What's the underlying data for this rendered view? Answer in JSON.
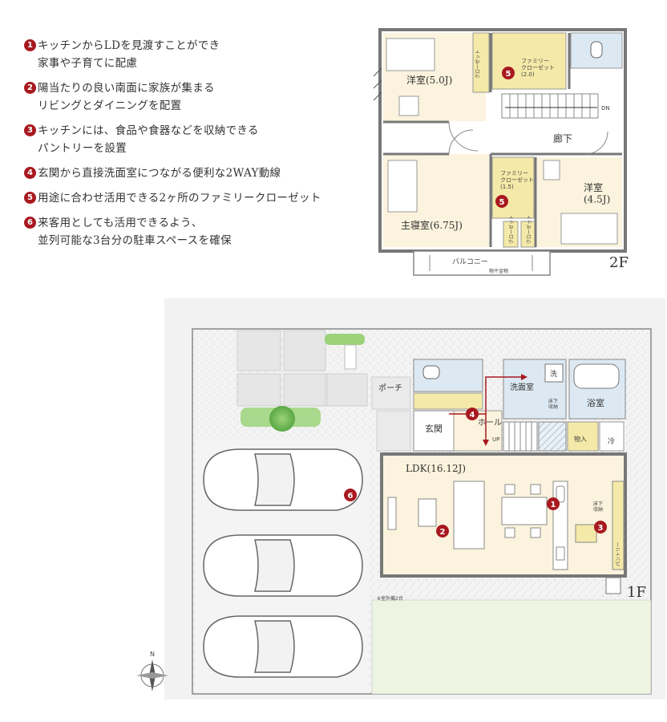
{
  "features": [
    {
      "num": "1",
      "text": "キッチンからLDを見渡すことができ\n家事や子育てに配慮"
    },
    {
      "num": "2",
      "text": "陽当たりの良い南面に家族が集まる\nリビングとダイニングを配置"
    },
    {
      "num": "3",
      "text": "キッチンには、食品や食器などを収納できる\nパントリーを設置"
    },
    {
      "num": "4",
      "text": "玄関から直接洗面室につながる便利な2WAY動線"
    },
    {
      "num": "5",
      "text": "用途に合わせ活用できる2ヶ所のファミリークローゼット"
    },
    {
      "num": "6",
      "text": "来客用としても活用できるよう、\n並列可能な3台分の駐車スペースを確保"
    }
  ],
  "floor2": {
    "floor_label": "2F",
    "rooms": {
      "western_a": "洋室(5.0J)",
      "family_closet_a": "ファミリー\nクローゼット\n(2.0)",
      "closet_a": "クローゼット",
      "corridor": "廊下",
      "dn": "DN",
      "family_closet_b": "ファミリー\nクローゼット\n(1.5)",
      "western_b": "洋室\n(4.5J)",
      "master": "主寝室(6.75J)",
      "closet_b1": "クローゼット",
      "closet_b2": "クローゼット",
      "balcony": "バルコニー",
      "drying": "物干金物"
    },
    "markers": [
      "5",
      "5"
    ]
  },
  "floor1": {
    "floor_label": "1F",
    "rooms": {
      "porch": "ポーチ",
      "entrance": "玄関",
      "hall": "ホール",
      "up": "UP",
      "wash_room": "洗面室",
      "washer": "洗",
      "under_floor_a": "床下\n収納",
      "bath": "浴室",
      "storage": "物入",
      "fridge": "冷",
      "ldk": "LDK(16.12J)",
      "under_floor_b": "床下\n収納",
      "pantry": "パントリー",
      "outdoor_unit": "※室外機2台"
    },
    "markers": [
      "1",
      "2",
      "3",
      "4",
      "6"
    ]
  },
  "compass": {
    "north": "N"
  },
  "colors": {
    "accent": "#a8191f",
    "room_fill": "#fbf3dd",
    "wet_fill": "#dce9f3",
    "closet_fill": "#f4e9a8",
    "lawn": "#eef4e2",
    "gravel": "#f2f2f2",
    "wall": "#7a7a7a"
  }
}
